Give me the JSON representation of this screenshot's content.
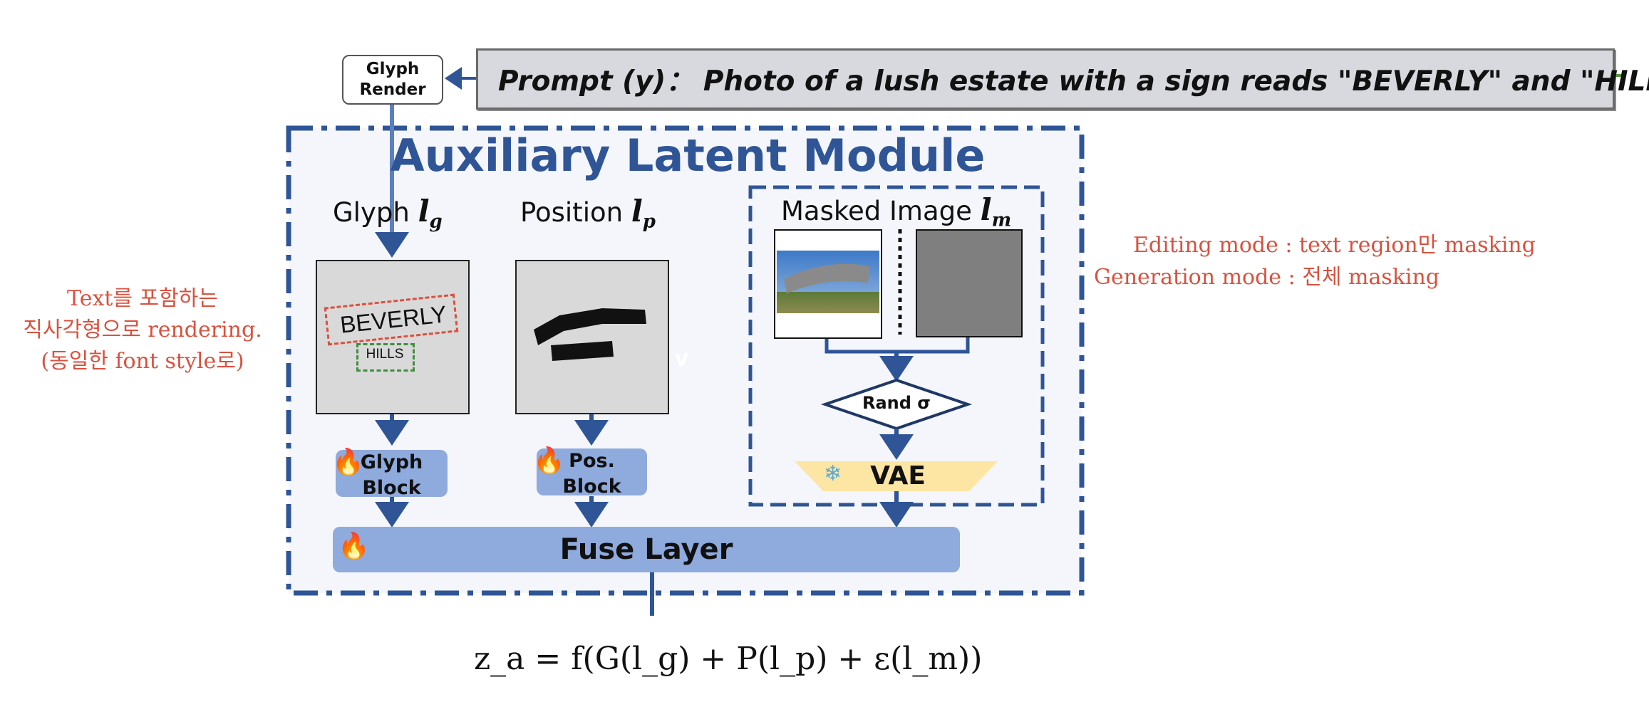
{
  "prompt": {
    "text": "Prompt (y)： Photo of a lush estate with a sign reads \"BEVERLY\" and \"HILLS\""
  },
  "glyph_render": {
    "line1": "Glyph",
    "line2": "Render"
  },
  "module": {
    "title": "Auxiliary Latent Module",
    "glyph_title": "Glyph",
    "glyph_symbol": "l",
    "glyph_sub": "g",
    "position_title": "Position",
    "position_symbol": "l",
    "position_sub": "p",
    "masked_title": "Masked Image",
    "masked_symbol": "l",
    "masked_sub": "m",
    "glyph_text_main": "BEVERLY",
    "glyph_text_sub": "HILLS",
    "stray_letter": "v",
    "glyph_block": {
      "line1": "Glyph",
      "line2": "Block"
    },
    "pos_block": {
      "line1": "Pos.",
      "line2": "Block"
    },
    "rand_label": "Rand σ",
    "vae_label": "VAE",
    "fuse_label": "Fuse Layer",
    "flame_icon": "fire-icon",
    "snowflake_icon": "snowflake-icon"
  },
  "annotations": {
    "left": [
      "Text를 포함하는",
      "직사각형으로 rendering.",
      "(동일한 font style로)"
    ],
    "right": [
      "Editing mode : text region만 masking",
      "Generation mode : 전체 masking"
    ]
  },
  "formula": "z_a = f(G(l_g) + P(l_p) + ε(l_m))",
  "colors": {
    "arrow": "#2f5597",
    "module_border": "#2f5597",
    "block_fill": "#8faadc",
    "annotation": "#d9513e",
    "vae_fill": "#fde6a3"
  }
}
